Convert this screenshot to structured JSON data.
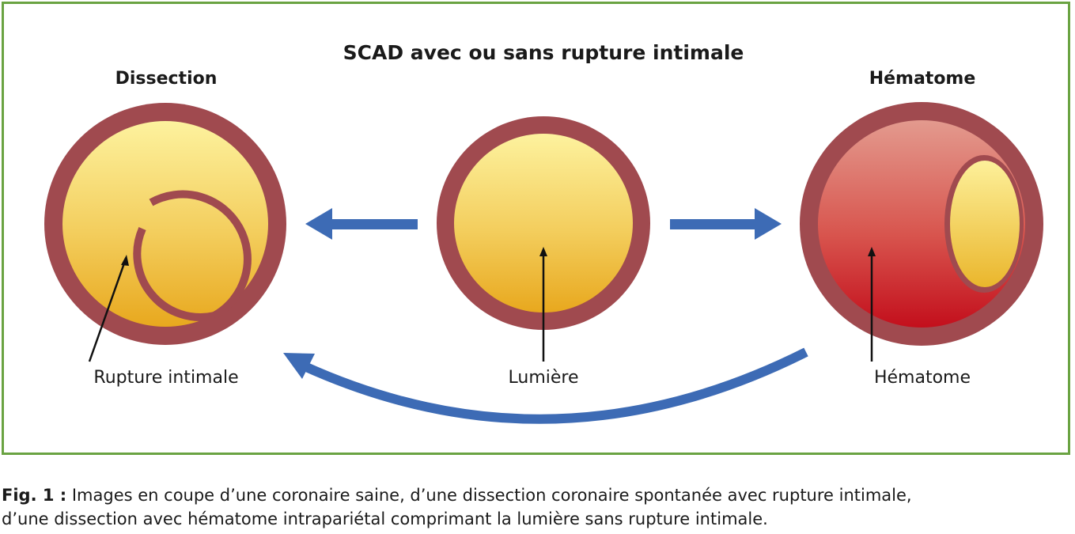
{
  "diagram": {
    "title": "SCAD avec ou sans rupture intimale",
    "left_heading": "Dissection",
    "right_heading": "Hématome",
    "labels": {
      "left": "Rupture intimale",
      "center": "Lumière",
      "right": "Hématome"
    }
  },
  "caption": {
    "fig_label": "Fig. 1 :",
    "line1": " Images en coupe d’une coronaire saine, d’une dissection coronaire spontanée avec rupture intimale,",
    "line2": "d’une dissection avec hématome intrapariétal comprimant la lumière sans rupture intimale."
  },
  "colors": {
    "frame": "#6aa342",
    "vessel_wall": "#a04a4f",
    "lumen_top": "#fcec9a",
    "lumen_bottom": "#e8aa20",
    "hematoma_top": "#e09088",
    "hematoma_bottom": "#c8101c",
    "arrow": "#3d6bb5",
    "pointer": "#111111"
  }
}
